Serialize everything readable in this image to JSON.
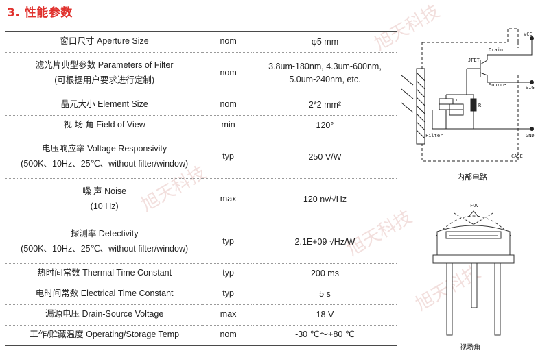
{
  "heading": "3. 性能参数",
  "watermarks": [
    "旭天科技",
    "旭天科技",
    "旭天科技",
    "旭天科技"
  ],
  "rows": [
    {
      "param": [
        "窗口尺寸  Aperture Size"
      ],
      "cond": "nom",
      "val": [
        "φ5 mm"
      ]
    },
    {
      "param": [
        "滤光片典型参数  Parameters of Filter",
        "(可根据用户要求进行定制)"
      ],
      "cond": "nom",
      "val": [
        "3.8um-180nm, 4.3um-600nm,",
        "5.0um-240nm, etc."
      ]
    },
    {
      "param": [
        "晶元大小  Element Size"
      ],
      "cond": "nom",
      "val": [
        "2*2 mm²"
      ]
    },
    {
      "param": [
        "视 场 角  Field of View"
      ],
      "cond": "min",
      "val": [
        "120°"
      ]
    },
    {
      "param": [
        "电压响应率  Voltage Responsivity",
        "(500K、10Hz、25℃、without filter/window)"
      ],
      "cond": "typ",
      "val": [
        "250 V/W"
      ]
    },
    {
      "param": [
        "噪 声  Noise",
        "(10 Hz)"
      ],
      "cond": "max",
      "val": [
        "120 nv/√Hz"
      ]
    },
    {
      "param": [
        "探测率  Detectivity",
        "(500K、10Hz、25℃、without filter/window)"
      ],
      "cond": "typ",
      "val": [
        "2.1E+09 √Hz/W"
      ]
    },
    {
      "param": [
        "热时间常数  Thermal Time Constant"
      ],
      "cond": "typ",
      "val": [
        "200 ms"
      ]
    },
    {
      "param": [
        "电时间常数  Electrical Time Constant"
      ],
      "cond": "typ",
      "val": [
        "5 s"
      ]
    },
    {
      "param": [
        "漏源电压      Drain-Source Voltage"
      ],
      "cond": "max",
      "val": [
        "18 V"
      ]
    },
    {
      "param": [
        "工作/贮藏温度  Operating/Storage Temp"
      ],
      "cond": "nom",
      "val": [
        "-30 ℃～+80 ℃"
      ]
    }
  ],
  "circuit": {
    "caption": "内部电路",
    "labels": {
      "vcc": "VCC",
      "drain": "Drain",
      "jfet": "JFET",
      "source": "Source",
      "sig": "SIG",
      "r": "R",
      "filter": "Filter",
      "gnd": "GND",
      "case": "CASE"
    }
  },
  "fov": {
    "label": "FOV",
    "caption": "视场角"
  }
}
